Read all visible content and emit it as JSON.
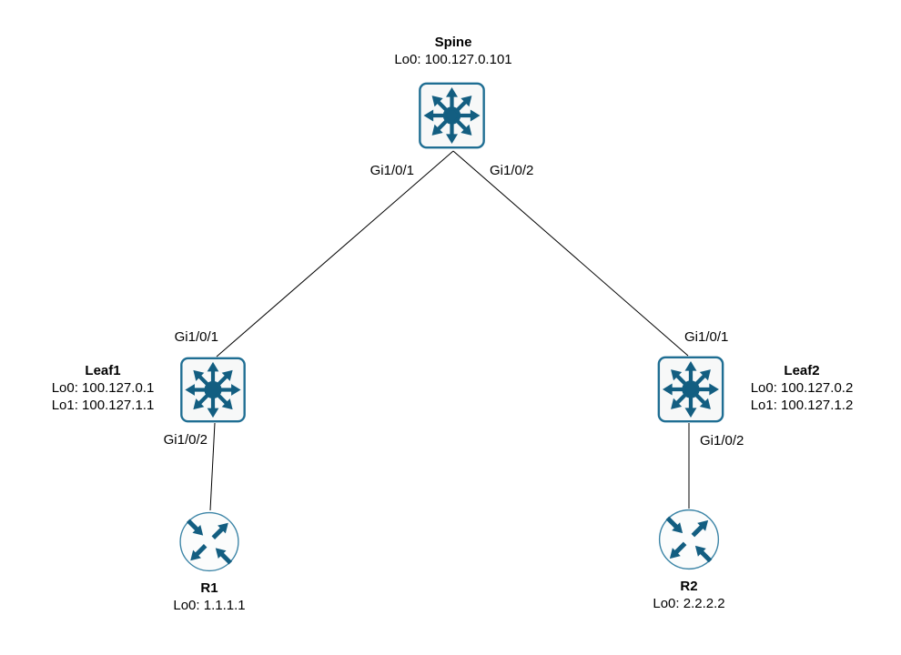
{
  "diagram": {
    "type": "network-topology",
    "description": "Spine-leaf network diagram with two routers"
  },
  "colors": {
    "icon_arrow_fill": "#135e81",
    "switch_border": "#1f6e93",
    "switch_background": "#f7f8f8",
    "router_border": "#3b84a6",
    "router_background": "#fbfcfc",
    "link_line": "#000000",
    "text": "#000000",
    "page_background": "#ffffff"
  },
  "nodes": {
    "spine": {
      "name": "Spine",
      "icon": "multilayer-switch-icon",
      "loopbacks": [
        "Lo0: 100.127.0.101"
      ]
    },
    "leaf1": {
      "name": "Leaf1",
      "icon": "multilayer-switch-icon",
      "loopbacks": [
        "Lo0: 100.127.0.1",
        "Lo1: 100.127.1.1"
      ]
    },
    "leaf2": {
      "name": "Leaf2",
      "icon": "multilayer-switch-icon",
      "loopbacks": [
        "Lo0: 100.127.0.2",
        "Lo1: 100.127.1.2"
      ]
    },
    "r1": {
      "name": "R1",
      "icon": "router-icon",
      "loopbacks": [
        "Lo0: 1.1.1.1"
      ]
    },
    "r2": {
      "name": "R2",
      "icon": "router-icon",
      "loopbacks": [
        "Lo0: 2.2.2.2"
      ]
    }
  },
  "interface_labels": {
    "spine_to_leaf1": "Gi1/0/1",
    "spine_to_leaf2": "Gi1/0/2",
    "leaf1_to_spine": "Gi1/0/1",
    "leaf1_to_r1": "Gi1/0/2",
    "leaf2_to_spine": "Gi1/0/1",
    "leaf2_to_r2": "Gi1/0/2"
  },
  "links": [
    {
      "from": "Spine",
      "from_interface": "Gi1/0/1",
      "to": "Leaf1",
      "to_interface": "Gi1/0/1"
    },
    {
      "from": "Spine",
      "from_interface": "Gi1/0/2",
      "to": "Leaf2",
      "to_interface": "Gi1/0/1"
    },
    {
      "from": "Leaf1",
      "from_interface": "Gi1/0/2",
      "to": "R1"
    },
    {
      "from": "Leaf2",
      "from_interface": "Gi1/0/2",
      "to": "R2"
    }
  ]
}
